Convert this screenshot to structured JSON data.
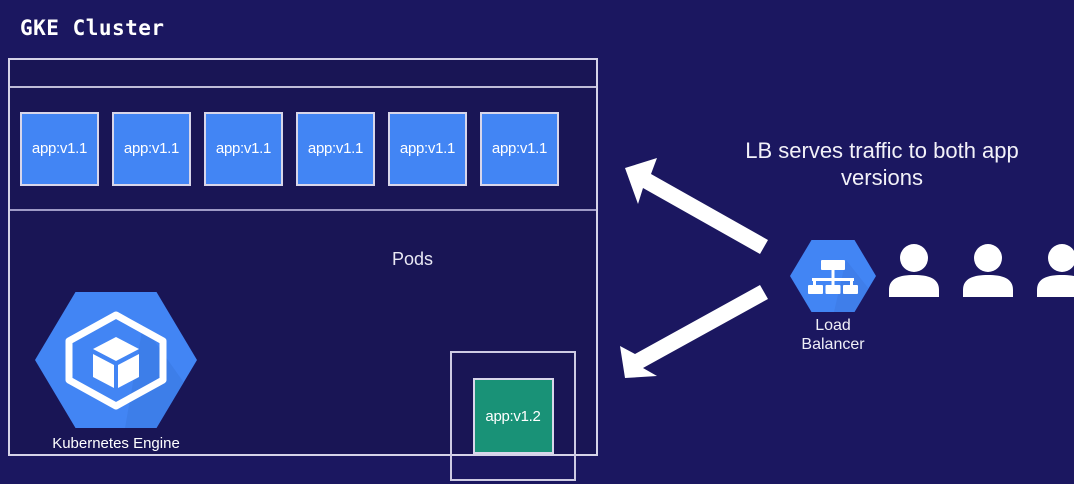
{
  "diagram": {
    "title": "GKE Cluster",
    "background_color": "#1b1760",
    "cluster": {
      "pods_label": "Pods",
      "pods_v1": [
        {
          "label": "app:v1.1"
        },
        {
          "label": "app:v1.1"
        },
        {
          "label": "app:v1.1"
        },
        {
          "label": "app:v1.1"
        },
        {
          "label": "app:v1.1"
        },
        {
          "label": "app:v1.1"
        }
      ],
      "pod_v1_color": "#4285f4",
      "pod_v2": {
        "label": "app:v1.2",
        "color": "#199277"
      },
      "engine": {
        "label": "Kubernetes Engine",
        "icon": "kubernetes-engine-hexagon-icon",
        "color": "#4285f4"
      }
    },
    "caption": {
      "line1": "LB serves traffic to both app",
      "line2": "versions"
    },
    "load_balancer": {
      "label_line1": "Load",
      "label_line2": "Balancer",
      "icon": "load-balancer-hexagon-icon",
      "color": "#4285f4"
    },
    "users": [
      {
        "icon": "user-icon"
      },
      {
        "icon": "user-icon"
      },
      {
        "icon": "user-icon"
      }
    ],
    "arrows": [
      {
        "name": "arrow-to-v1-pods",
        "direction": "up-left"
      },
      {
        "name": "arrow-to-v2-pod",
        "direction": "down-left"
      }
    ]
  }
}
